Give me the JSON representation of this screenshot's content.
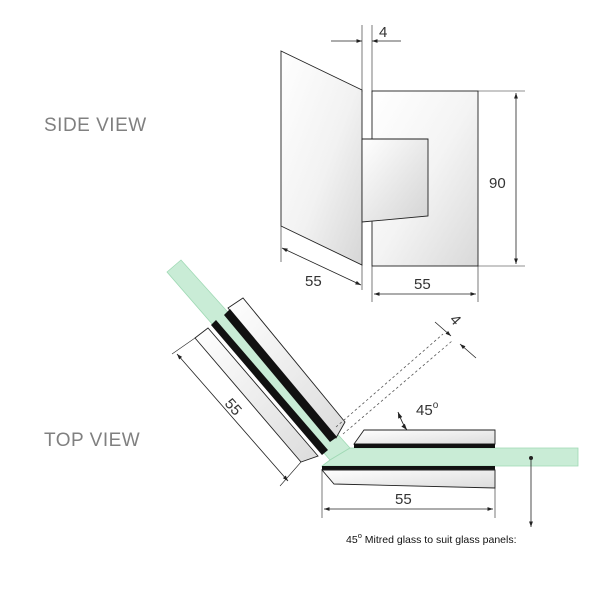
{
  "labels": {
    "side_view": "SIDE VIEW",
    "top_view": "TOP VIEW"
  },
  "side_dims": {
    "gap": "4",
    "height": "90",
    "left_width": "55",
    "right_width": "55"
  },
  "top_dims": {
    "gap": "4",
    "angle": "45",
    "angle_unit": "o",
    "left_length": "55",
    "right_length": "55"
  },
  "note": {
    "degree_value": "45",
    "degree_unit": "o",
    "text": " Mitred glass to suit glass panels:"
  },
  "colors": {
    "glass": "#c9ecd6",
    "glass_edge": "#9fd9b4",
    "outline": "#222222",
    "label_gray": "#808080"
  }
}
